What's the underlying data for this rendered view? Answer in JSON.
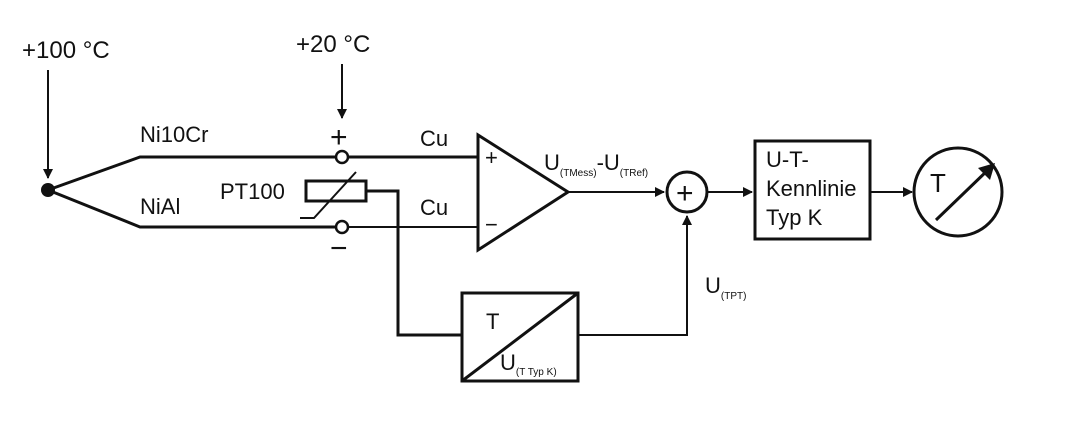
{
  "labels": {
    "temp_measure": "+100 °C",
    "temp_reference": "+20 °C",
    "wire_top": "Ni10Cr",
    "wire_bottom": "NiAl",
    "cu_top": "Cu",
    "cu_bottom": "Cu",
    "sensor": "PT100",
    "plus_sign": "+",
    "minus_sign": "−",
    "amp_plus": "+",
    "amp_minus": "−",
    "amp_output_u1": "U",
    "amp_output_sub1": "(TMess)",
    "amp_output_sep": "-U",
    "amp_output_sub2": "(TRef)",
    "summer_sign": "+",
    "feedback_u": "U",
    "feedback_sub": "(TPT)",
    "converter_t": "T",
    "converter_u": "U",
    "converter_sub": "(T Typ K)",
    "curve_line1": "U-T-",
    "curve_line2": "Kennlinie",
    "curve_line3": "Typ K",
    "meter_t": "T"
  },
  "colors": {
    "ink": "#111111",
    "background": "#ffffff"
  },
  "icons": {
    "meter": "gauge-dial-icon",
    "resistor": "thermistor-icon"
  }
}
